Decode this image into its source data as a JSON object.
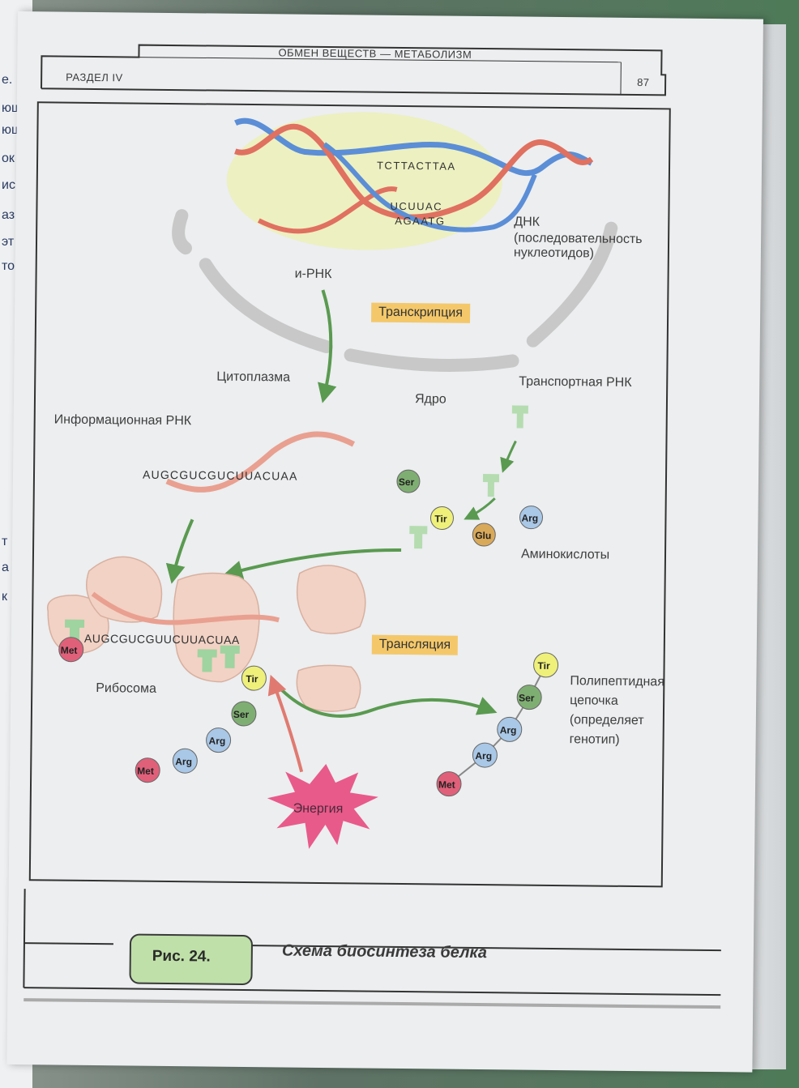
{
  "header": {
    "running_title": "ОБМЕН ВЕЩЕСТВ — МЕТАБОЛИЗМ",
    "section": "РАЗДЕЛ IV",
    "page_number": "87"
  },
  "previous_page_fragments": [
    "е.",
    "ющ",
    "ющ",
    "ок",
    "ис",
    "аз",
    "эт",
    "то",
    "т",
    "а",
    "к"
  ],
  "figure": {
    "labels": {
      "dna_top_seq": "TCTTACTTAA",
      "rna_seq_top": "UCUUAC",
      "dna_bottom_seq": "AGAATG",
      "dna": "ДНК",
      "dna_note": "(последовательность нуклеотидов)",
      "irna": "и-РНК",
      "transcription": "Транскрипция",
      "cytoplasm": "Цитоплазма",
      "nucleus": "Ядро",
      "transport_rna": "Транспортная РНК",
      "info_rna": "Информационная РНК",
      "mrna_seq": "AUGCGUCGUCUUACUAA",
      "ribosome_seq": "AUGCGUCGUUCUUACUAA",
      "amino_acids": "Аминокислоты",
      "translation": "Трансляция",
      "ribosome": "Рибосома",
      "polypeptide": "Полипептидная цепочка (определяет генотип)",
      "energy": "Энергия"
    },
    "amino_acid_names": {
      "ser": "Ser",
      "tir": "Tir",
      "glu": "Glu",
      "arg": "Arg",
      "met": "Met"
    },
    "caption_number": "Рис. 24.",
    "caption_title": "Схема биосинтеза белка"
  },
  "colors": {
    "dna_red": "#e07060",
    "dna_blue": "#5b8ed6",
    "arrow_green": "#5a9a50",
    "ribosome_pink": "#f2d2c4",
    "badge_orange": "#f4c86a",
    "caption_green": "#bfe0a9",
    "energy_pink": "#e85a8a"
  }
}
